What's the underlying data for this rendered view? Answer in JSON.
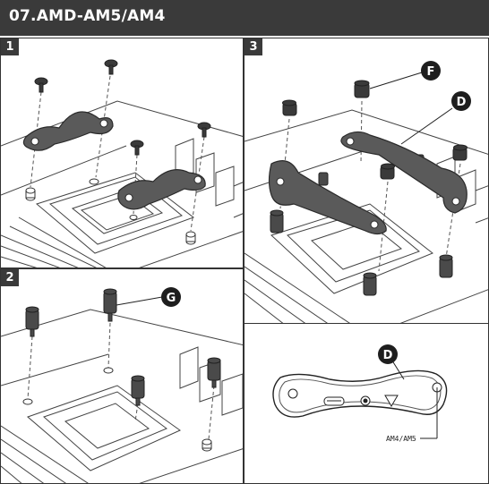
{
  "header": {
    "title": "07.AMD-AM5/AM4"
  },
  "panels": [
    {
      "number": "1"
    },
    {
      "number": "2",
      "callout": "G"
    },
    {
      "number": "3",
      "callout": "F",
      "callout2": "D"
    },
    {
      "callout": "D",
      "label": "AM4/AM5"
    }
  ],
  "colors": {
    "header_bg": "#3a3a3a",
    "callout_bg": "#1e1e1e",
    "bracket": "#585858"
  }
}
